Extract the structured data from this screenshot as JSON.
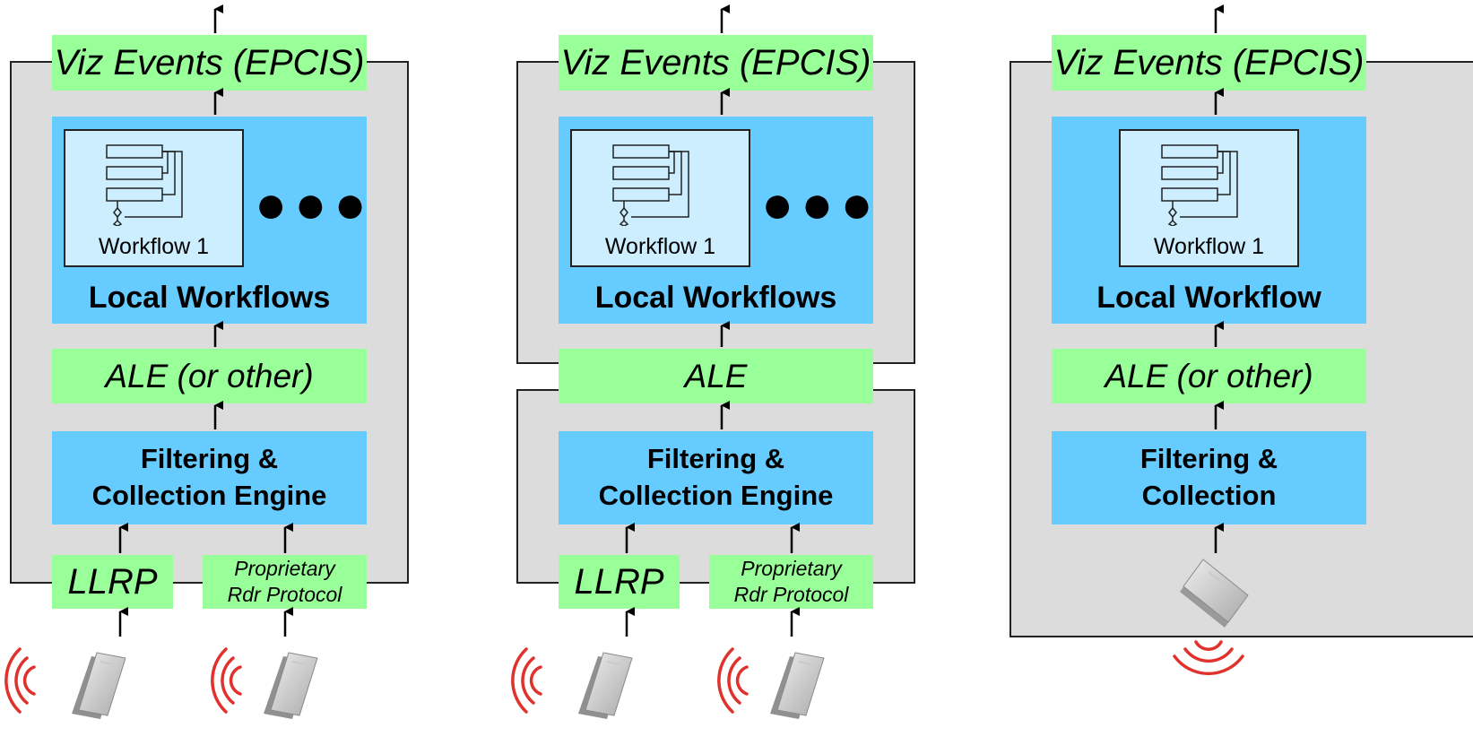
{
  "labels": {
    "viz_events": "Viz Events (EPCIS)",
    "workflow_item": "Workflow 1",
    "local_workflows": "Local Workflows",
    "local_workflow": "Local Workflow",
    "ale_or_other": "ALE (or other)",
    "ale": "ALE",
    "filtering_line1": "Filtering &",
    "collection_engine": "Collection Engine",
    "collection": "Collection",
    "llrp": "LLRP",
    "proprietary_line1": "Proprietary",
    "proprietary_line2": "Rdr Protocol"
  },
  "colors": {
    "frame_gray": "#dcdcdc",
    "green_box": "#99ff99",
    "blue_box": "#66ccff",
    "workflow_box": "#cceeff",
    "signal_red": "#e0312c"
  },
  "icons": [
    "reader-device-icon",
    "rf-signal-icon",
    "workflow-diagram-icon",
    "up-arrow-icon"
  ]
}
